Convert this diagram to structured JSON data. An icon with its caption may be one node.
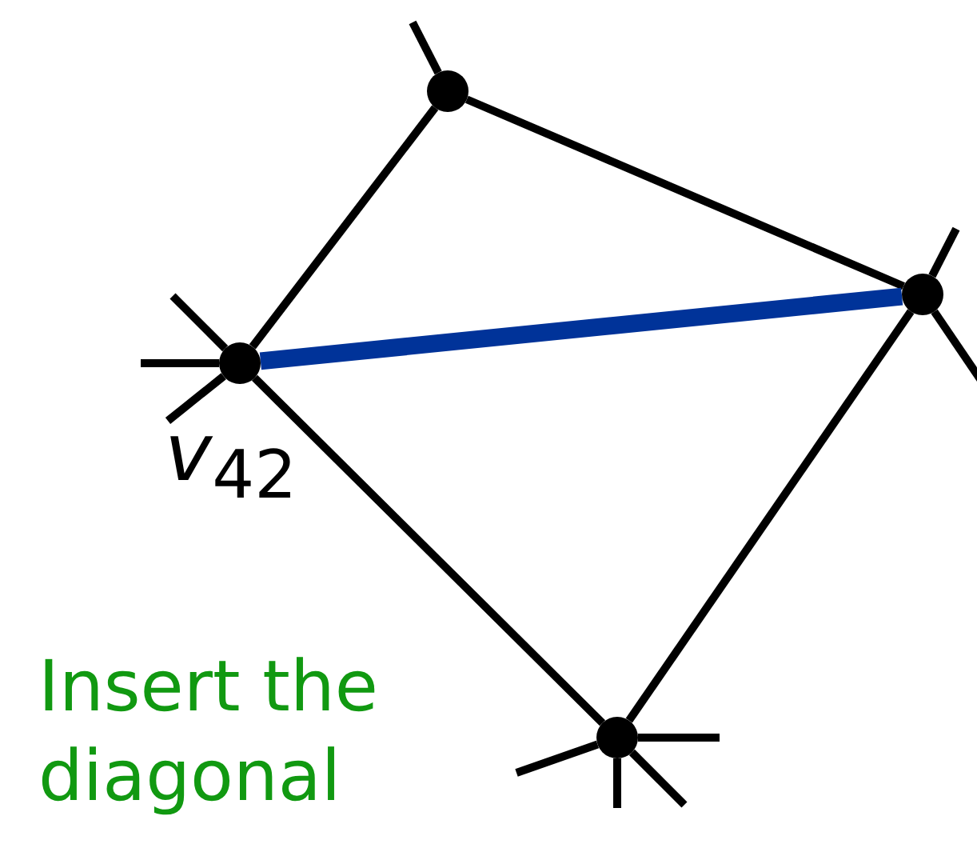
{
  "diagram": {
    "nodes": [
      {
        "text": [],
        "shape": "circle"
      },
      {
        "text": [],
        "shape": "circle"
      },
      {
        "text": [],
        "shape": "circle",
        "beside": [
          "*v*$_{42}$"
        ]
      },
      {
        "text": [],
        "shape": "circle"
      }
    ],
    "edges": [
      {
        "from": 0,
        "to": 1,
        "arrow": "none"
      },
      {
        "from": 0,
        "to": 2,
        "arrow": "none"
      },
      {
        "from": 2,
        "to": 1,
        "arrow": "none",
        "style": "thick",
        "color": "#003399"
      },
      {
        "from": 2,
        "to": 3,
        "arrow": "none"
      },
      {
        "from": 1,
        "to": 3,
        "arrow": "none"
      },
      {
        "from": 0,
        "to": null,
        "arrow": "none"
      },
      {
        "from": 1,
        "to": null,
        "arrow": "none"
      },
      {
        "from": 1,
        "to": null,
        "arrow": "none"
      },
      {
        "from": 2,
        "to": null,
        "arrow": "none"
      },
      {
        "from": 2,
        "to": null,
        "arrow": "none"
      },
      {
        "from": 2,
        "to": null,
        "arrow": "none"
      },
      {
        "from": 3,
        "to": null,
        "arrow": "none"
      },
      {
        "from": 3,
        "to": null,
        "arrow": "none"
      },
      {
        "from": 3,
        "to": null,
        "arrow": "none"
      },
      {
        "from": 3,
        "to": null,
        "arrow": "none"
      }
    ],
    "labels": [
      "Insert the diagonal"
    ]
  }
}
